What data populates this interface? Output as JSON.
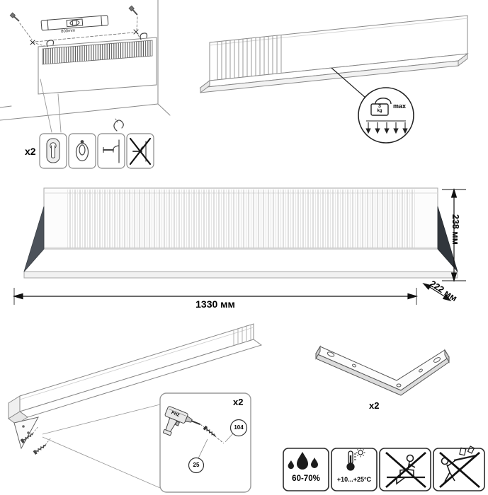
{
  "colors": {
    "line": "#555555",
    "bracket_dark": "#31363c",
    "bracket_medium": "#4c525a",
    "prohibition": "#111111"
  },
  "mounting_section": {
    "level_measurement": "800mm",
    "hangers_quantity": "x2"
  },
  "load_limit_section": {
    "weight_value": "3",
    "weight_unit": "kg",
    "max_label": "max"
  },
  "dimensions_section": {
    "width_label": "1330 мм",
    "height_label": "238 мм",
    "depth_label": "222 мм"
  },
  "assembly_section": {
    "quantity_label": "x2",
    "bit_label": "PH2",
    "badge_1": "104",
    "badge_2": "25"
  },
  "bracket_section": {
    "quantity_label": "x2"
  },
  "conditions_section": {
    "humidity_label": "60-70%",
    "temperature_label": "+10...+25°C"
  },
  "icons": [
    "spirit-level-icon",
    "wall-screw-icon",
    "panel-hook-icon",
    "keyhole-hanger-icon",
    "oval-hanger-icon",
    "hang-on-screw-icon",
    "wrong-mounting-icon",
    "weight-3kg-icon",
    "load-arrows-icon",
    "drill-icon",
    "screw-icon",
    "corner-bracket-icon",
    "water-drops-icon",
    "thermometer-icon",
    "no-sitting-icon",
    "no-climbing-icon"
  ]
}
